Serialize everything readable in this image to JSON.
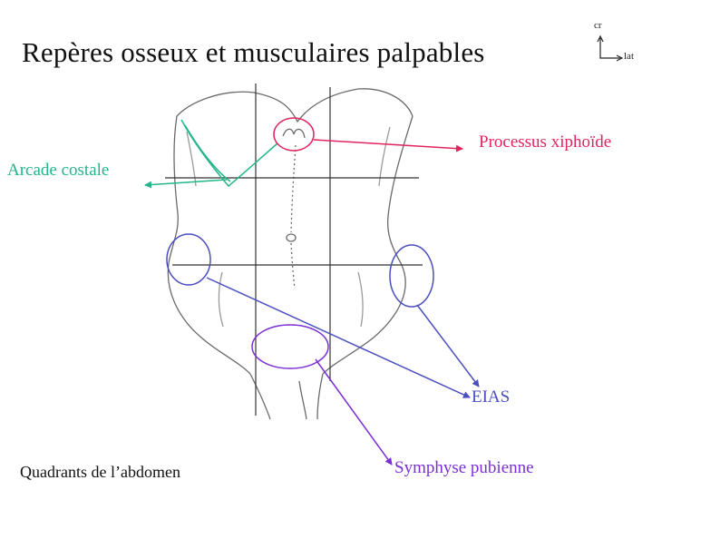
{
  "title": "Repères osseux et musculaires palpables",
  "orientation": {
    "cranial": "cr",
    "lateral": "lat"
  },
  "labels": {
    "processus_xiphoide": "Processus xiphoïde",
    "arcade_costale": "Arcade costale",
    "eias": "EIAS",
    "symphyse_pubienne": "Symphyse pubienne",
    "quadrants": "Quadrants de l’abdomen"
  },
  "colors": {
    "xiphoid": "#e0245e",
    "costal_arch": "#26b58a",
    "eias": "#4a4fc0",
    "symphysis": "#7a2fd6",
    "outline": "#555555",
    "grid": "#333333"
  }
}
